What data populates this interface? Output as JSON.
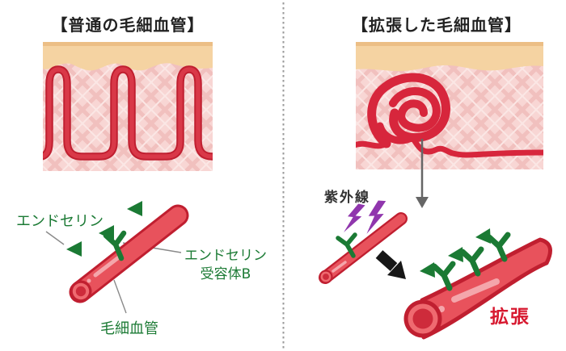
{
  "left": {
    "title": "【普通の毛細血管】",
    "labels": {
      "endothelin": "エンドセリン",
      "receptor_line1": "エンドセリン",
      "receptor_line2": "受容体B",
      "capillary": "毛細血管"
    }
  },
  "right": {
    "title": "【拡張した毛細血管】",
    "labels": {
      "uv": "紫外線",
      "dilation": "拡張"
    }
  },
  "icons": {
    "endothelin_molecule_icon": "left-pointing-triangle",
    "receptor_y_icon": "y-branch",
    "uv_lightning_icon": "lightning-bolt",
    "cause_arrow_icon": "thick-diagonal-black-arrow",
    "zoom_pointer_icon": "thin-gray-down-arrow",
    "divider": "vertical-dotted-line"
  },
  "colors": {
    "background": "#FFFFFF",
    "capillary_red": "#E8525C",
    "capillary_outline": "#C01F30",
    "capillary_dark": "#D7263C",
    "capillary_highlight": "#F4A6AB",
    "capillary_mid": "#EF6A70",
    "capillary_inner": "#CE2B3B",
    "loop_inner": "#D93848",
    "green": "#1B7A34",
    "purple": "#9036AD",
    "skin_tan": "#F5D3A2",
    "skin_tan_dark": "#ECBE85",
    "skin_pink": "#F8D6D4",
    "skin_pink_dark": "#F1C0BE",
    "skin_pink_light": "#FBE7E5",
    "pointer_gray": "#8A8A8A",
    "arrow_gray": "#666666",
    "divider_gray": "#9A9A9A",
    "title_color": "#222222",
    "uv_text": "#333333",
    "dilation_red": "#D7182F",
    "black": "#171717"
  }
}
